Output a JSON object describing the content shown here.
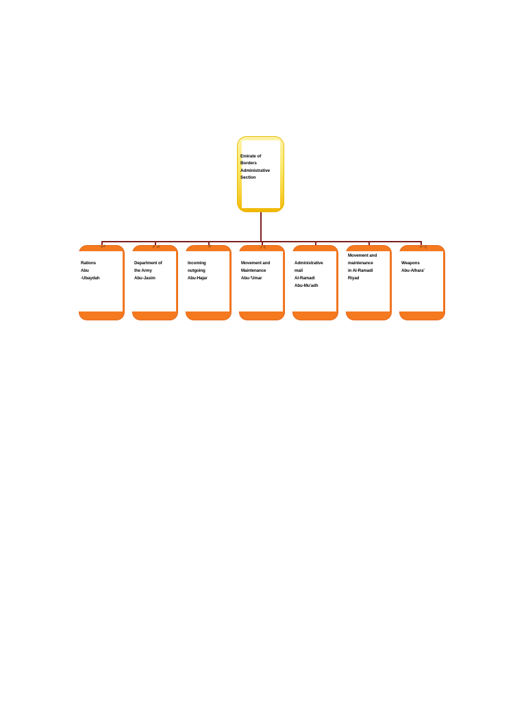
{
  "document": {
    "type": "organizational-chart",
    "orientation": "top-down",
    "background_color": "#ffffff"
  },
  "colors": {
    "connector": "#7d1d1d",
    "child_node_fill": "#f5791f",
    "child_node_border": "#e5681a",
    "root_node_fill_top": "#fdf3a8",
    "root_node_fill_bottom": "#f2b705",
    "paper_fill": "#ffffff",
    "text": "#000000"
  },
  "chart_data": {
    "type": "tree",
    "root": {
      "label": "Emirate of\nBorders\nAdministrative\nSection",
      "title": "Emirate of Borders Administrative Section",
      "clipped_caption": ""
    },
    "children": [
      {
        "index": 1,
        "label": "Rations\nAbu\n-Ubaydah",
        "unit": "Rations",
        "person": "Abu -Ubaydah",
        "clipped_caption": "اب"
      },
      {
        "index": 2,
        "label": "Department of\nthe Army\nAbu-Jasim",
        "unit": "Department of the Army",
        "person": "Abu-Jasim",
        "clipped_caption": "بر م"
      },
      {
        "index": 3,
        "label": "Incoming\noutgoing\nAbu-Hajar",
        "unit": "Incoming outgoing",
        "person": "Abu-Hajar",
        "clipped_caption": "اد"
      },
      {
        "index": 4,
        "label": "Movement and\nMaintenance\nAbu-'Umar",
        "unit": "Movement and Maintenance",
        "person": "Abu-'Umar",
        "clipped_caption": "ح ر"
      },
      {
        "index": 5,
        "label": "Administrative\nmail\nAl-Ramadi\nAbu-Mu'adh",
        "unit": "Administrative mail Al-Ramadi",
        "person": "Abu-Mu'adh",
        "clipped_caption": ""
      },
      {
        "index": 6,
        "label": "Movement and\nmaintenance\nin Al-Ramadi\nRiyad",
        "unit": "Movement and maintenance in Al-Ramadi",
        "person": "Riyad",
        "clipped_caption": ""
      },
      {
        "index": 7,
        "label": "Weapons\nAbu-Alhara'",
        "unit": "Weapons",
        "person": "Abu-Alhara'",
        "clipped_caption": "ح ب"
      }
    ]
  }
}
